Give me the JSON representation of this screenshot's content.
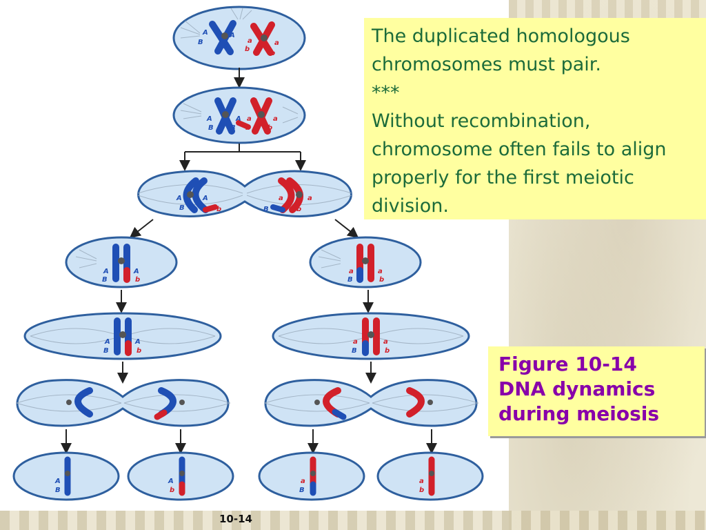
{
  "note": {
    "line1": "The duplicated homologous chromosomes must pair.",
    "line2": "***",
    "line3": "Without recombination, chromosome often fails to align properly for the first meiotic division."
  },
  "caption": {
    "line1": "Figure 10-14",
    "line2": "DNA dynamics",
    "line3": "during meiosis"
  },
  "diagram": {
    "figure_number": "10-14",
    "labels": {
      "A_upper": "A",
      "B_upper": "B",
      "a_lower": "a",
      "b_lower": "b"
    }
  },
  "colors": {
    "note_background": "#ffffa0",
    "note_text": "#1c6b3a",
    "caption_text": "#8800aa",
    "chromosome_blue": "#1f4fb5",
    "chromosome_red": "#d2202a",
    "cell_fill": "#cfe3f5",
    "cell_outline": "#2e5f9e"
  }
}
